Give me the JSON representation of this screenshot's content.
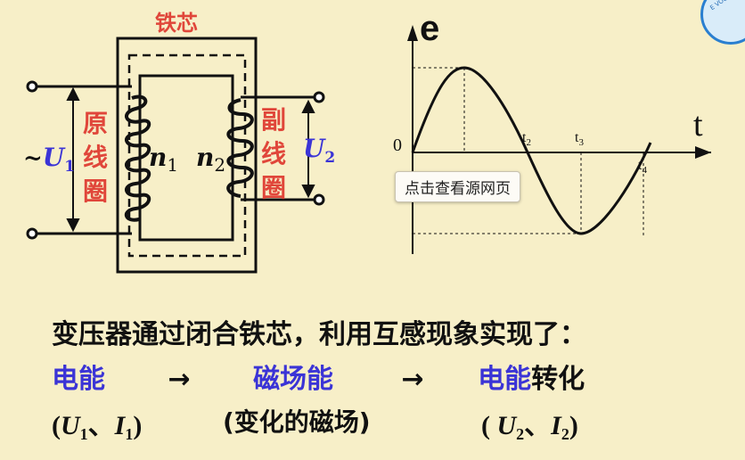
{
  "diagram": {
    "core_label": "铁芯",
    "primary_coil_label": "原线圈",
    "secondary_coil_label": "副线圈",
    "u1": {
      "symbol": "U",
      "sub": "1"
    },
    "u2": {
      "symbol": "U",
      "sub": "2"
    },
    "n1": {
      "symbol": "n",
      "sub": "1"
    },
    "n2": {
      "symbol": "n",
      "sub": "2"
    },
    "tilde": "~"
  },
  "waveform": {
    "e_label": "e",
    "t_label": "t",
    "origin_label": "0",
    "t2": {
      "symbol": "t",
      "sub": "2"
    },
    "t3": {
      "symbol": "t",
      "sub": "3"
    },
    "t4": {
      "symbol": "t",
      "sub": "4"
    }
  },
  "tooltip": {
    "text": "点击查看源网页"
  },
  "logo": {
    "text": "E VOCATIONAL"
  },
  "text": {
    "line1": "变压器通过闭合铁芯，利用互感现象实现了：",
    "line2": {
      "item1": "电能",
      "arrow1": "→",
      "item2": "磁场能",
      "arrow2": "→",
      "item3": "电能",
      "tail": "转化"
    },
    "line3": {
      "p1_open": "(",
      "p1_u": "U",
      "p1_u_sub": "1",
      "p1_sep": "、",
      "p1_i": "I",
      "p1_i_sub": "1",
      "p1_close": ")",
      "p2": "(变化的磁场)",
      "p3_open": "( ",
      "p3_u": "U",
      "p3_u_sub": "2",
      "p3_sep": "、",
      "p3_i": "I",
      "p3_i_sub": "2",
      "p3_close": ")"
    }
  }
}
